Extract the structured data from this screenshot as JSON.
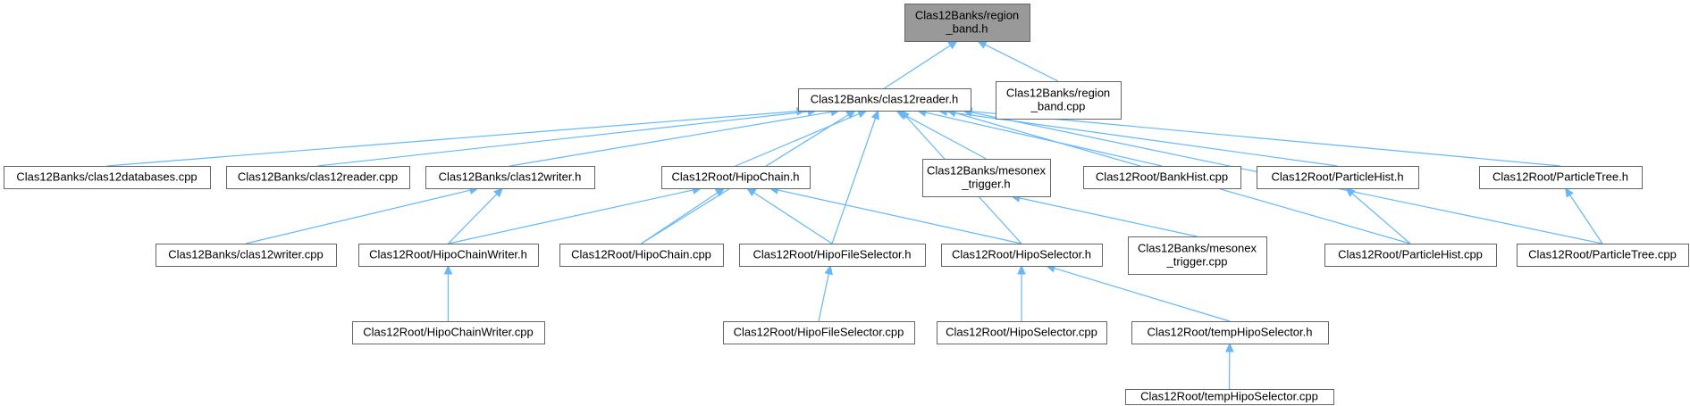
{
  "nodes": [
    {
      "id": "region_band_h",
      "lines": [
        "Clas12Banks/region",
        "_band.h"
      ],
      "root": true
    },
    {
      "id": "clas12reader_h",
      "lines": [
        "Clas12Banks/clas12reader.h"
      ]
    },
    {
      "id": "region_band_cpp",
      "lines": [
        "Clas12Banks/region",
        "_band.cpp"
      ]
    },
    {
      "id": "clas12databases_cpp",
      "lines": [
        "Clas12Banks/clas12databases.cpp"
      ]
    },
    {
      "id": "clas12reader_cpp",
      "lines": [
        "Clas12Banks/clas12reader.cpp"
      ]
    },
    {
      "id": "clas12writer_h",
      "lines": [
        "Clas12Banks/clas12writer.h"
      ]
    },
    {
      "id": "hipochain_h",
      "lines": [
        "Clas12Root/HipoChain.h"
      ]
    },
    {
      "id": "mesonex_trigger_h",
      "lines": [
        "Clas12Banks/mesonex",
        "_trigger.h"
      ]
    },
    {
      "id": "bankhist_cpp",
      "lines": [
        "Clas12Root/BankHist.cpp"
      ]
    },
    {
      "id": "particlehist_h",
      "lines": [
        "Clas12Root/ParticleHist.h"
      ]
    },
    {
      "id": "particletree_h",
      "lines": [
        "Clas12Root/ParticleTree.h"
      ]
    },
    {
      "id": "clas12writer_cpp",
      "lines": [
        "Clas12Banks/clas12writer.cpp"
      ]
    },
    {
      "id": "hipochainwriter_h",
      "lines": [
        "Clas12Root/HipoChainWriter.h"
      ]
    },
    {
      "id": "hipochain_cpp",
      "lines": [
        "Clas12Root/HipoChain.cpp"
      ]
    },
    {
      "id": "hipofileselector_h",
      "lines": [
        "Clas12Root/HipoFileSelector.h"
      ]
    },
    {
      "id": "hiposelector_h",
      "lines": [
        "Clas12Root/HipoSelector.h"
      ]
    },
    {
      "id": "mesonex_trigger_cpp",
      "lines": [
        "Clas12Banks/mesonex",
        "_trigger.cpp"
      ]
    },
    {
      "id": "particlehist_cpp",
      "lines": [
        "Clas12Root/ParticleHist.cpp"
      ]
    },
    {
      "id": "particletree_cpp",
      "lines": [
        "Clas12Root/ParticleTree.cpp"
      ]
    },
    {
      "id": "hipochainwriter_cpp",
      "lines": [
        "Clas12Root/HipoChainWriter.cpp"
      ]
    },
    {
      "id": "hipofileselector_cpp",
      "lines": [
        "Clas12Root/HipoFileSelector.cpp"
      ]
    },
    {
      "id": "hiposelector_cpp",
      "lines": [
        "Clas12Root/HipoSelector.cpp"
      ]
    },
    {
      "id": "temphiposelector_h",
      "lines": [
        "Clas12Root/tempHipoSelector.h"
      ]
    },
    {
      "id": "temphiposelector_cpp",
      "lines": [
        "Clas12Root/tempHipoSelector.cpp"
      ]
    }
  ],
  "edges": [
    [
      "clas12reader_h",
      "region_band_h"
    ],
    [
      "region_band_cpp",
      "region_band_h"
    ],
    [
      "clas12databases_cpp",
      "clas12reader_h"
    ],
    [
      "clas12reader_cpp",
      "clas12reader_h"
    ],
    [
      "clas12writer_h",
      "clas12reader_h"
    ],
    [
      "hipochain_h",
      "clas12reader_h"
    ],
    [
      "hipochain_cpp",
      "clas12reader_h"
    ],
    [
      "hipofileselector_h",
      "clas12reader_h"
    ],
    [
      "hiposelector_h",
      "clas12reader_h"
    ],
    [
      "mesonex_trigger_h",
      "clas12reader_h"
    ],
    [
      "bankhist_cpp",
      "clas12reader_h"
    ],
    [
      "particlehist_h",
      "clas12reader_h"
    ],
    [
      "particlehist_cpp",
      "clas12reader_h"
    ],
    [
      "particletree_h",
      "clas12reader_h"
    ],
    [
      "particletree_cpp",
      "clas12reader_h"
    ],
    [
      "clas12writer_cpp",
      "clas12writer_h"
    ],
    [
      "hipochainwriter_h",
      "clas12writer_h"
    ],
    [
      "hipochainwriter_h",
      "hipochain_h"
    ],
    [
      "hipochain_cpp",
      "hipochain_h"
    ],
    [
      "hipofileselector_h",
      "hipochain_h"
    ],
    [
      "hiposelector_h",
      "hipochain_h"
    ],
    [
      "mesonex_trigger_cpp",
      "mesonex_trigger_h"
    ],
    [
      "particlehist_cpp",
      "particlehist_h"
    ],
    [
      "particletree_cpp",
      "particletree_h"
    ],
    [
      "hipochainwriter_cpp",
      "hipochainwriter_h"
    ],
    [
      "hipofileselector_cpp",
      "hipofileselector_h"
    ],
    [
      "hiposelector_cpp",
      "hiposelector_h"
    ],
    [
      "temphiposelector_h",
      "hiposelector_h"
    ],
    [
      "temphiposelector_cpp",
      "temphiposelector_h"
    ]
  ],
  "colors": {
    "edge": "#63b8ff",
    "root_fill": "#999999",
    "node_border": "#666666"
  }
}
